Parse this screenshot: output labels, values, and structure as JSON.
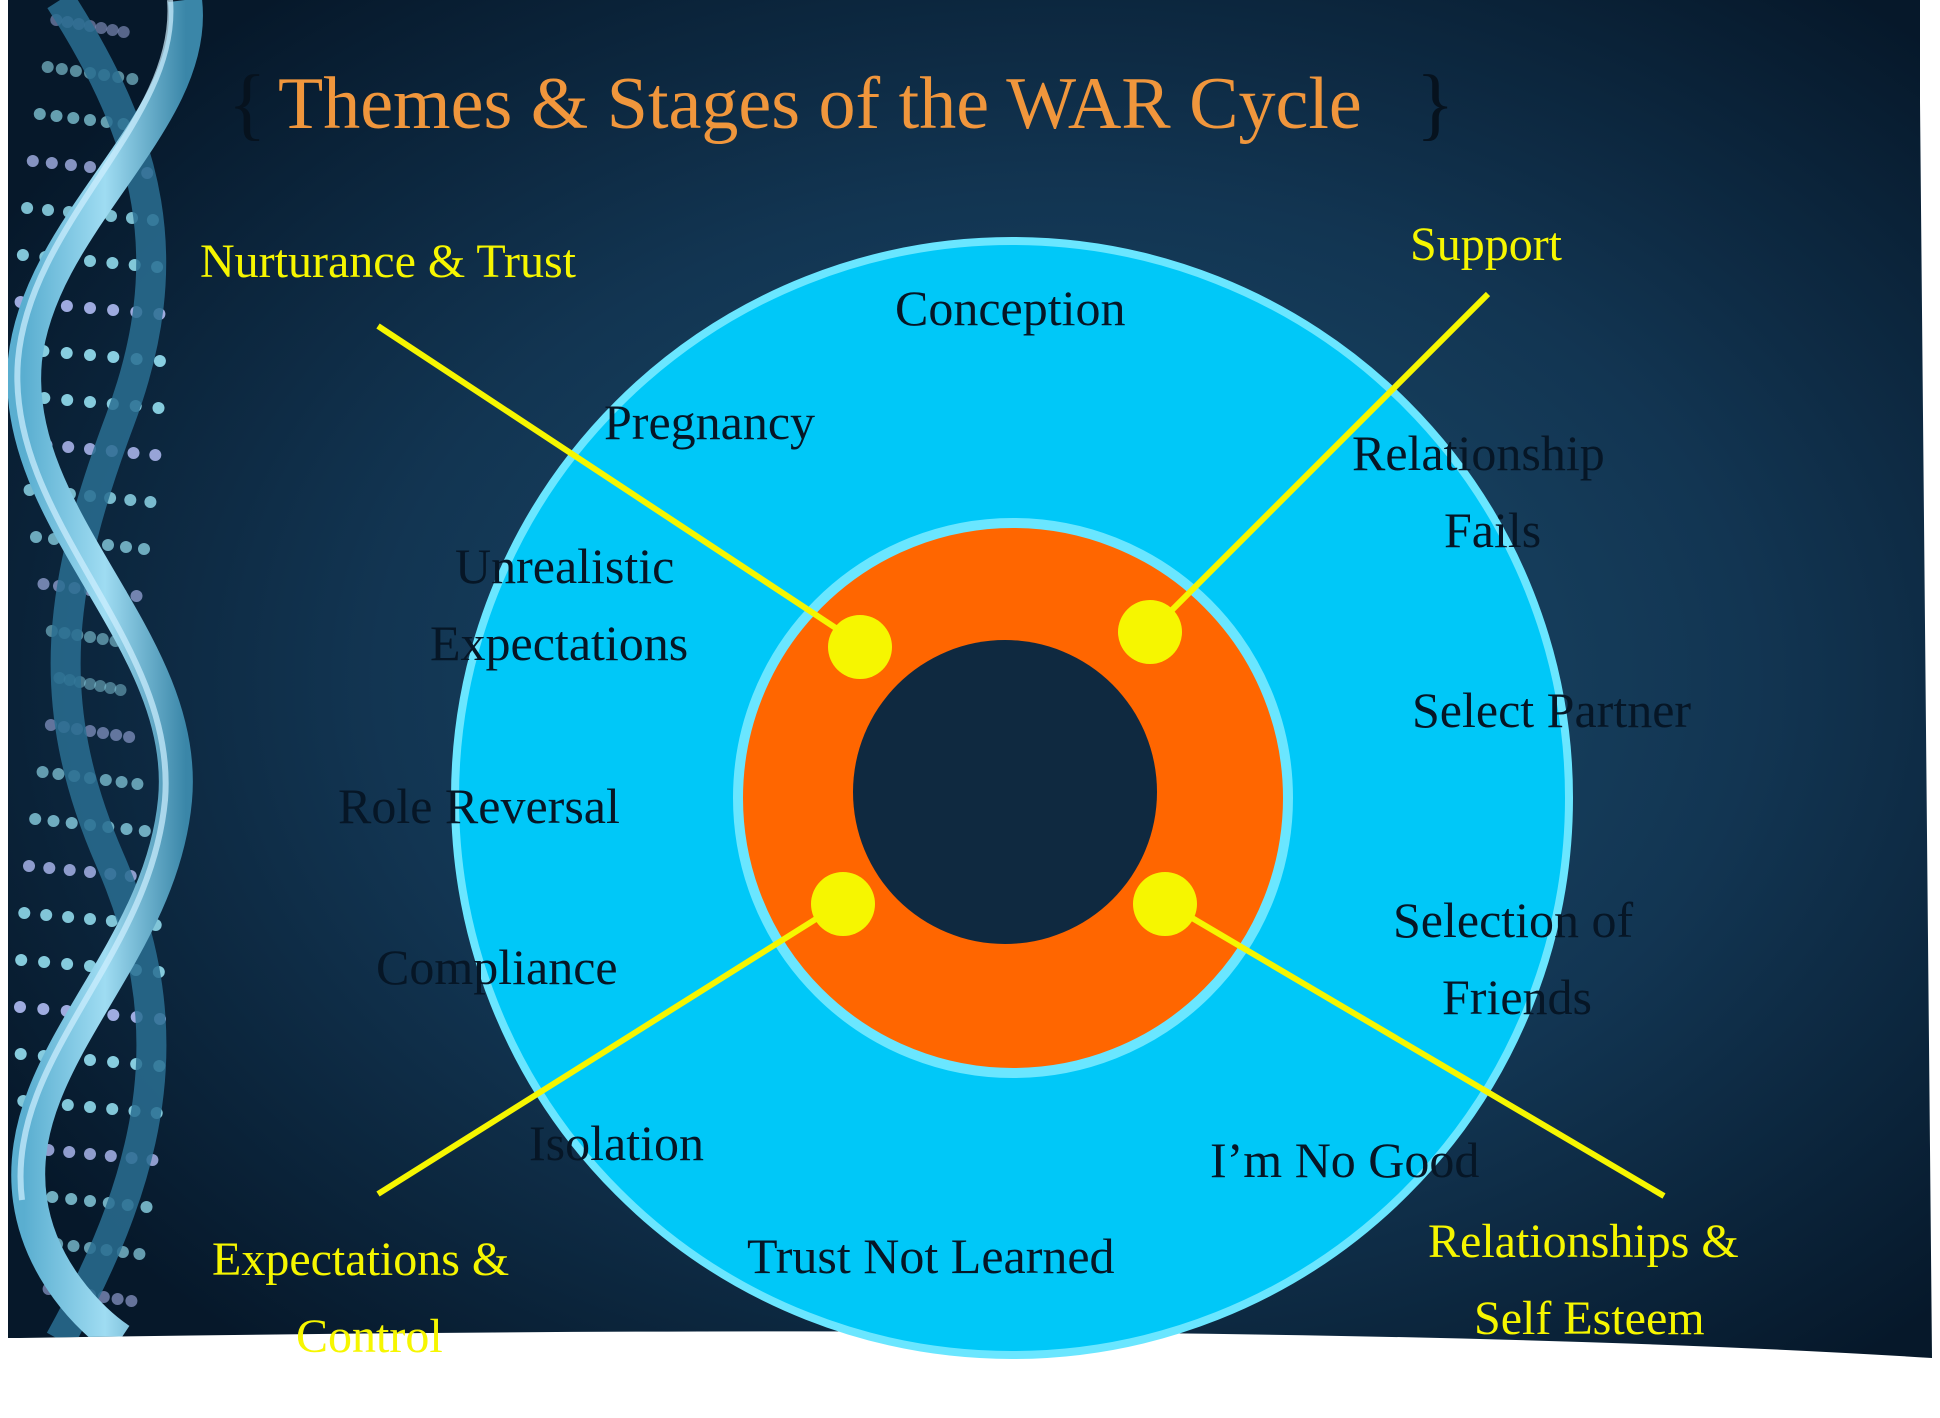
{
  "slide": {
    "title": "Themes & Stages of the WAR Cycle",
    "brace_open": "{",
    "brace_close": "}"
  },
  "stages": {
    "conception": "Conception",
    "pregnancy": "Pregnancy",
    "unrealistic_1": "Unrealistic",
    "unrealistic_2": "Expectations",
    "role_reversal": "Role Reversal",
    "compliance": "Compliance",
    "isolation": "Isolation",
    "trust_not_learned": "Trust Not Learned",
    "im_no_good": "I’m No Good",
    "selection_1": "Selection of",
    "selection_2": "Friends",
    "select_partner": "Select Partner",
    "relationship_fails_1": "Relationship",
    "relationship_fails_2": "Fails"
  },
  "themes": {
    "nurturance": "Nurturance & Trust",
    "support": "Support",
    "expectations_1": "Expectations &",
    "expectations_2": "Control",
    "relationships_1": "Relationships &",
    "relationships_2": "Self Esteem"
  },
  "colors": {
    "background_dark": "#0b2036",
    "outer_ring": "#00c8f8",
    "ring_border": "#6ae6ff",
    "orange_ring": "#ff6600",
    "marker": "#f6f600",
    "title": "#f0963c",
    "theme_label": "#f6f600"
  }
}
